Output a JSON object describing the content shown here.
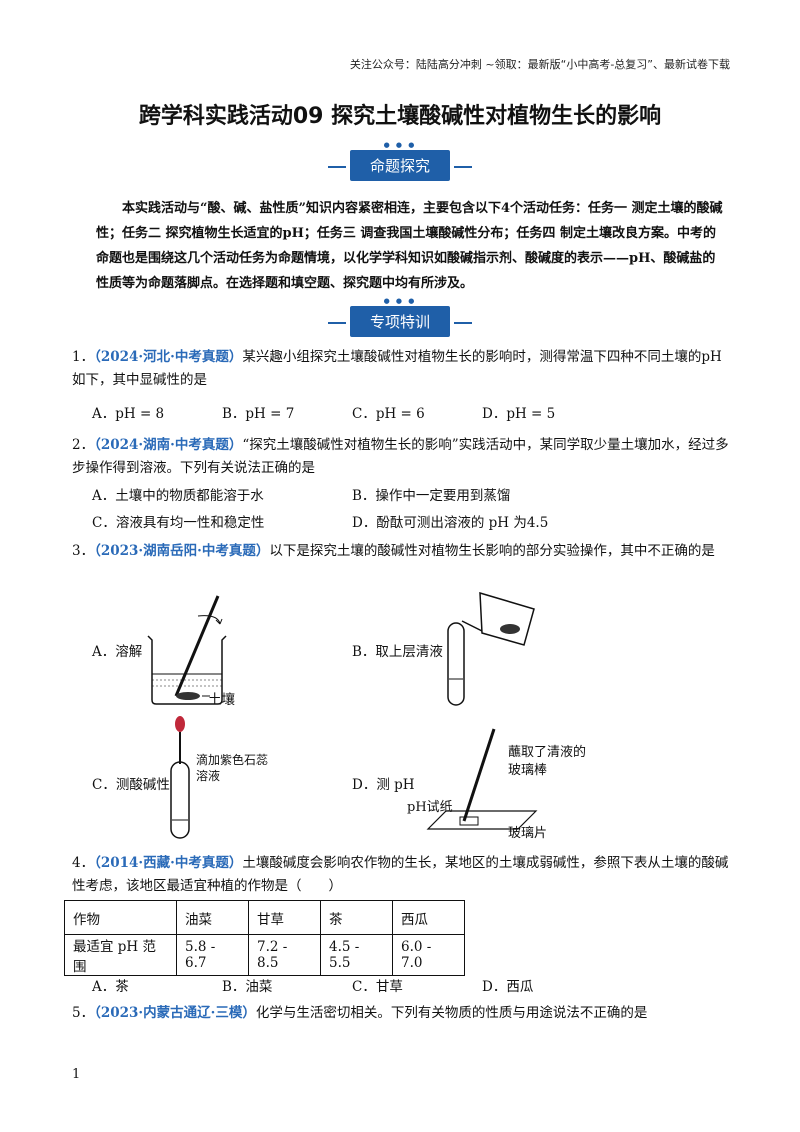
{
  "header": {
    "note": "关注公众号：陆陆高分冲刺 ~领取：最新版“小中高考-总复习”、最新试卷下载"
  },
  "title": "跨学科实践活动09 探究土壤酸碱性对植物生长的影响",
  "badges": {
    "explore": "命题探究",
    "training": "专项特训"
  },
  "intro": "本实践活动与“酸、碱、盐性质”知识内容紧密相连，主要包含以下4个活动任务：任务一 测定土壤的酸碱性；任务二 探究植物生长适宜的pH；任务三 调查我国土壤酸碱性分布；任务四 制定土壤改良方案。中考的命题也是围绕这几个活动任务为命题情境，以化学学科知识如酸碱指示剂、酸碱度的表示——pH、酸碱盐的性质等为命题落脚点。在选择题和填空题、探究题中均有所涉及。",
  "q1": {
    "num": "1．",
    "src": "（2024·河北·中考真题）",
    "text": "某兴趣小组探究土壤酸碱性对植物生长的影响时，测得常温下四种不同土壤的pH如下，其中显碱性的是",
    "options": [
      "A．pH = 8",
      "B．pH = 7",
      "C．pH = 6",
      "D．pH = 5"
    ]
  },
  "q2": {
    "num": "2．",
    "src": "（2024·湖南·中考真题）",
    "text": "“探究土壤酸碱性对植物生长的影响”实践活动中，某同学取少量土壤加水，经过多步操作得到溶液。下列有关说法正确的是",
    "options": [
      "A．土壤中的物质都能溶于水",
      "B．操作中一定要用到蒸馏",
      "C．溶液具有均一性和稳定性",
      "D．酚酞可测出溶液的 pH 为4.5"
    ]
  },
  "q3": {
    "num": "3．",
    "src": "（2023·湖南岳阳·中考真题）",
    "text": "以下是探究土壤的酸碱性对植物生长影响的部分实验操作，其中不正确的是",
    "options": [
      "A．溶解",
      "B．取上层清液",
      "C．测酸碱性",
      "D．测 pH"
    ],
    "fig_labels": {
      "soil": "土壤",
      "litmus": "滴加紫色石蕊溶液",
      "rod": "蘸取了清液的玻璃棒",
      "paper": "pH试纸",
      "glass": "玻璃片"
    }
  },
  "q4": {
    "num": "4．",
    "src": "（2014·西藏·中考真题）",
    "text": "土壤酸碱度会影响农作物的生长，某地区的土壤成弱碱性，参照下表从土壤的酸碱性考虑，该地区最适宜种植的作物是（　　）",
    "table": {
      "row1": [
        "作物",
        "油菜",
        "甘草",
        "茶",
        "西瓜"
      ],
      "row2": [
        "最适宜 pH 范围",
        "5.8 - 6.7",
        "7.2 - 8.5",
        "4.5 - 5.5",
        "6.0 - 7.0"
      ]
    },
    "options": [
      "A．茶",
      "B．油菜",
      "C．甘草",
      "D．西瓜"
    ]
  },
  "q5": {
    "num": "5．",
    "src": "（2023·内蒙古通辽·三模）",
    "text": "化学与生活密切相关。下列有关物质的性质与用途说法不正确的是"
  },
  "page_number": "1"
}
